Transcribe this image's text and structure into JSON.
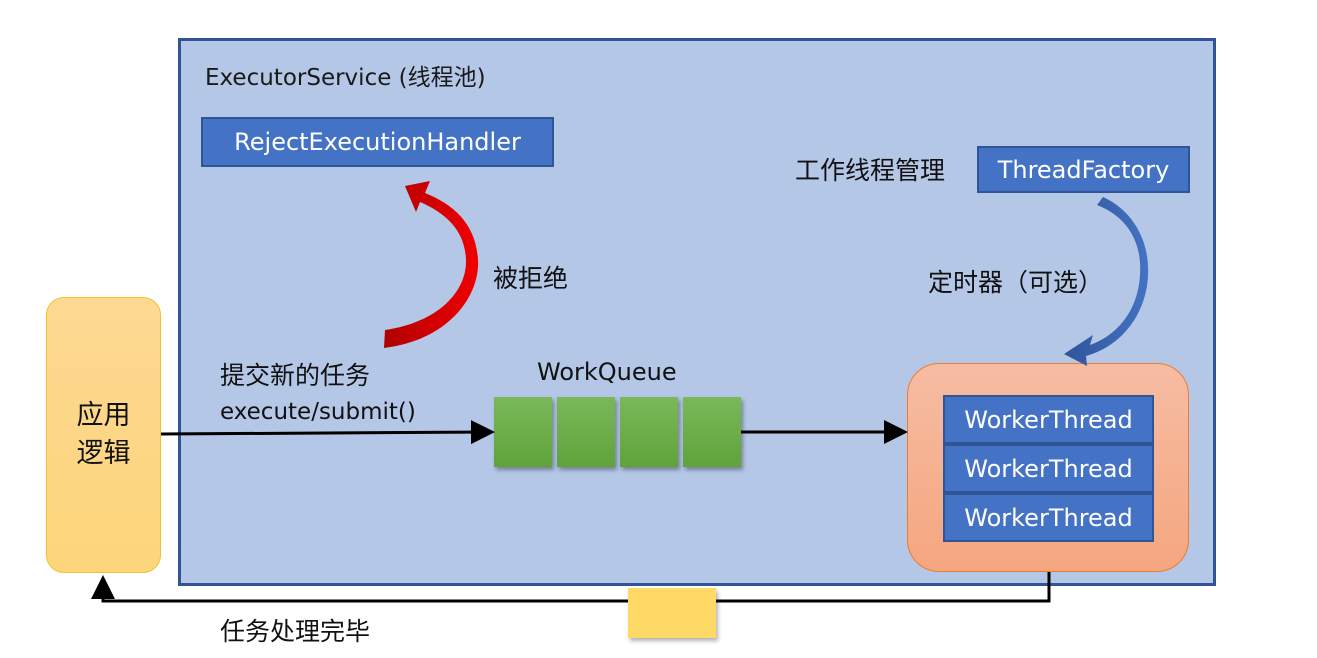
{
  "diagram": {
    "pool": {
      "title": "ExecutorService (线程池)"
    },
    "reject_handler": {
      "label": "RejectExecutionHandler"
    },
    "rejected_label": "被拒绝",
    "thread_factory": {
      "caption": "工作线程管理",
      "label": "ThreadFactory"
    },
    "timer_label": "定时器（可选）",
    "app_logic": {
      "line1": "应用",
      "line2": "逻辑"
    },
    "submit": {
      "line1": "提交新的任务",
      "line2": "execute/submit()"
    },
    "work_queue": {
      "label": "WorkQueue",
      "cells": 4
    },
    "workers": [
      {
        "label": "WorkerThread"
      },
      {
        "label": "WorkerThread"
      },
      {
        "label": "WorkerThread"
      }
    ],
    "done_label": "任务处理完毕",
    "colors": {
      "pool_fill": "#b4c7e7",
      "pool_border": "#2f5597",
      "box_blue": "#4472c4",
      "queue_green": "#70ad47",
      "app_yellow": "#fdd77f",
      "worker_pool_orange": "#f4b183",
      "reject_arrow_red": "#c00000",
      "factory_arrow_blue": "#2f5597",
      "result_token_yellow": "#ffd966"
    }
  }
}
